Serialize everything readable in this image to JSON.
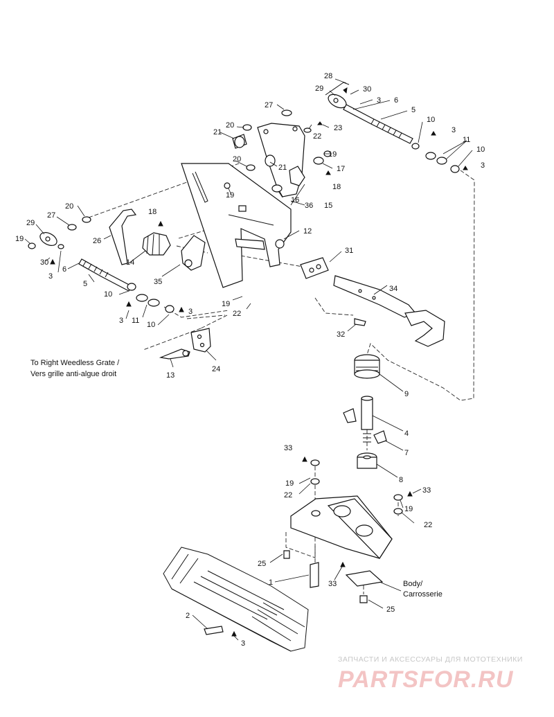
{
  "callouts": {
    "c1": "1",
    "c2": "2",
    "c3": "3",
    "c4": "4",
    "c5": "5",
    "c6": "6",
    "c7": "7",
    "c8": "8",
    "c9": "9",
    "c10": "10",
    "c11": "11",
    "c12": "12",
    "c13": "13",
    "c14": "14",
    "c15": "15",
    "c16": "16",
    "c17": "17",
    "c18": "18",
    "c19": "19",
    "c20": "20",
    "c21": "21",
    "c22": "22",
    "c23": "23",
    "c24": "24",
    "c25": "25",
    "c26": "26",
    "c27": "27",
    "c28": "28",
    "c29": "29",
    "c30": "30",
    "c31": "31",
    "c32": "32",
    "c33": "33",
    "c34": "34",
    "c35": "35",
    "c36": "36"
  },
  "notes": {
    "weedless_en": "To Right Weedless Grate /",
    "weedless_fr": "Vers grille anti-algue droit",
    "body_en": "Body/",
    "body_fr": "Carrosserie"
  },
  "watermark": {
    "line1": "ЗАПЧАСТИ И АКСЕССУАРЫ ДЛЯ МОТОТЕХНИКИ",
    "brand": "PARTSFOR.RU"
  },
  "colors": {
    "line": "#111111",
    "watermark_text": "#c7c7c7",
    "watermark_brand": "#f3c4c4"
  }
}
